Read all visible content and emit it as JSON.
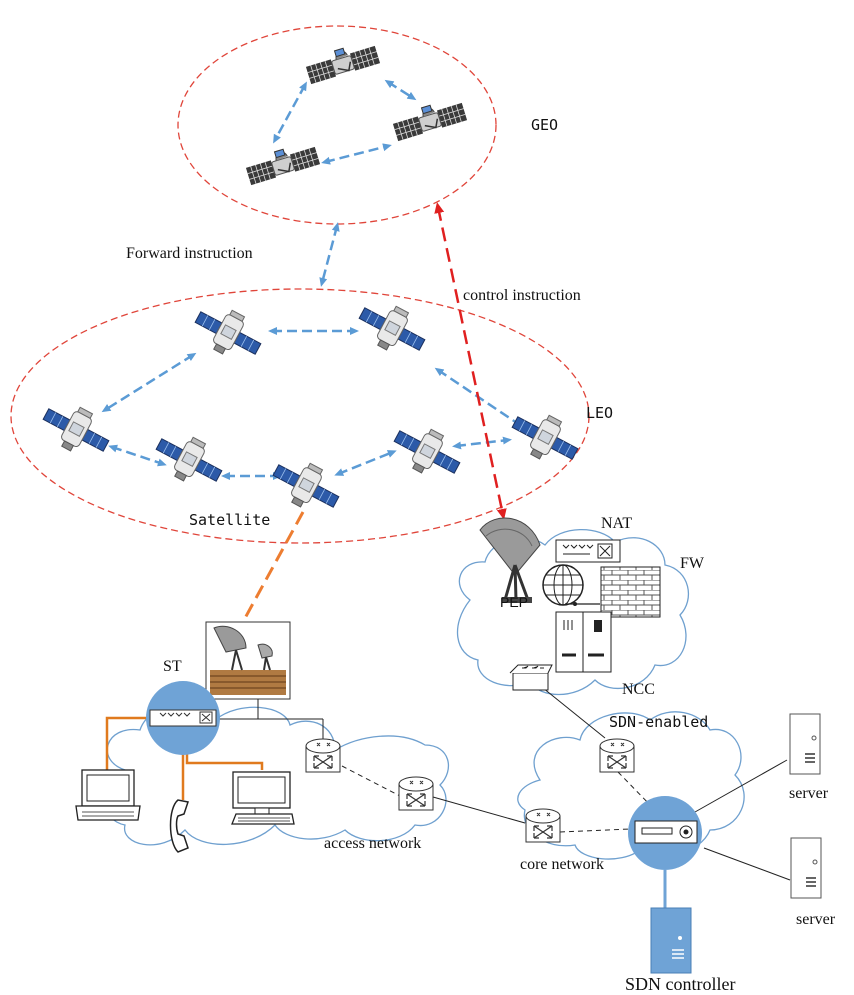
{
  "labels": {
    "geo": "GEO",
    "leo": "LEO",
    "forward_instruction": "Forward instruction",
    "control_instruction": "control instruction",
    "satellite": "Satellite",
    "st": "ST",
    "nat": "NAT",
    "fw": "FW",
    "pep": "PEP",
    "ncc": "NCC",
    "sdn_enabled": "SDN-enabled",
    "access_network": "access network",
    "core_network": "core network",
    "server_1": "server",
    "server_2": "server",
    "sdn_controller": "SDN controller"
  },
  "colors": {
    "orbit_dashed": "#e0453a",
    "link_blue": "#5b9bd5",
    "control_red": "#e02020",
    "uplink_orange": "#ed7d31",
    "ethernet_orange": "#e07a1e",
    "cloud_stroke": "#6fa0cf",
    "node_blue": "#6fa3d6"
  },
  "icons": {
    "geo_satellite": "geo-satellite-icon",
    "leo_satellite": "leo-satellite-icon",
    "router": "router-icon",
    "switch": "switch-icon",
    "laptop": "laptop-icon",
    "telephone": "telephone-icon",
    "desktop": "desktop-computer-icon",
    "server": "server-icon",
    "dish": "satellite-dish-icon",
    "firewall": "firewall-icon",
    "globe": "globe-icon",
    "controller": "sdn-controller-icon"
  }
}
